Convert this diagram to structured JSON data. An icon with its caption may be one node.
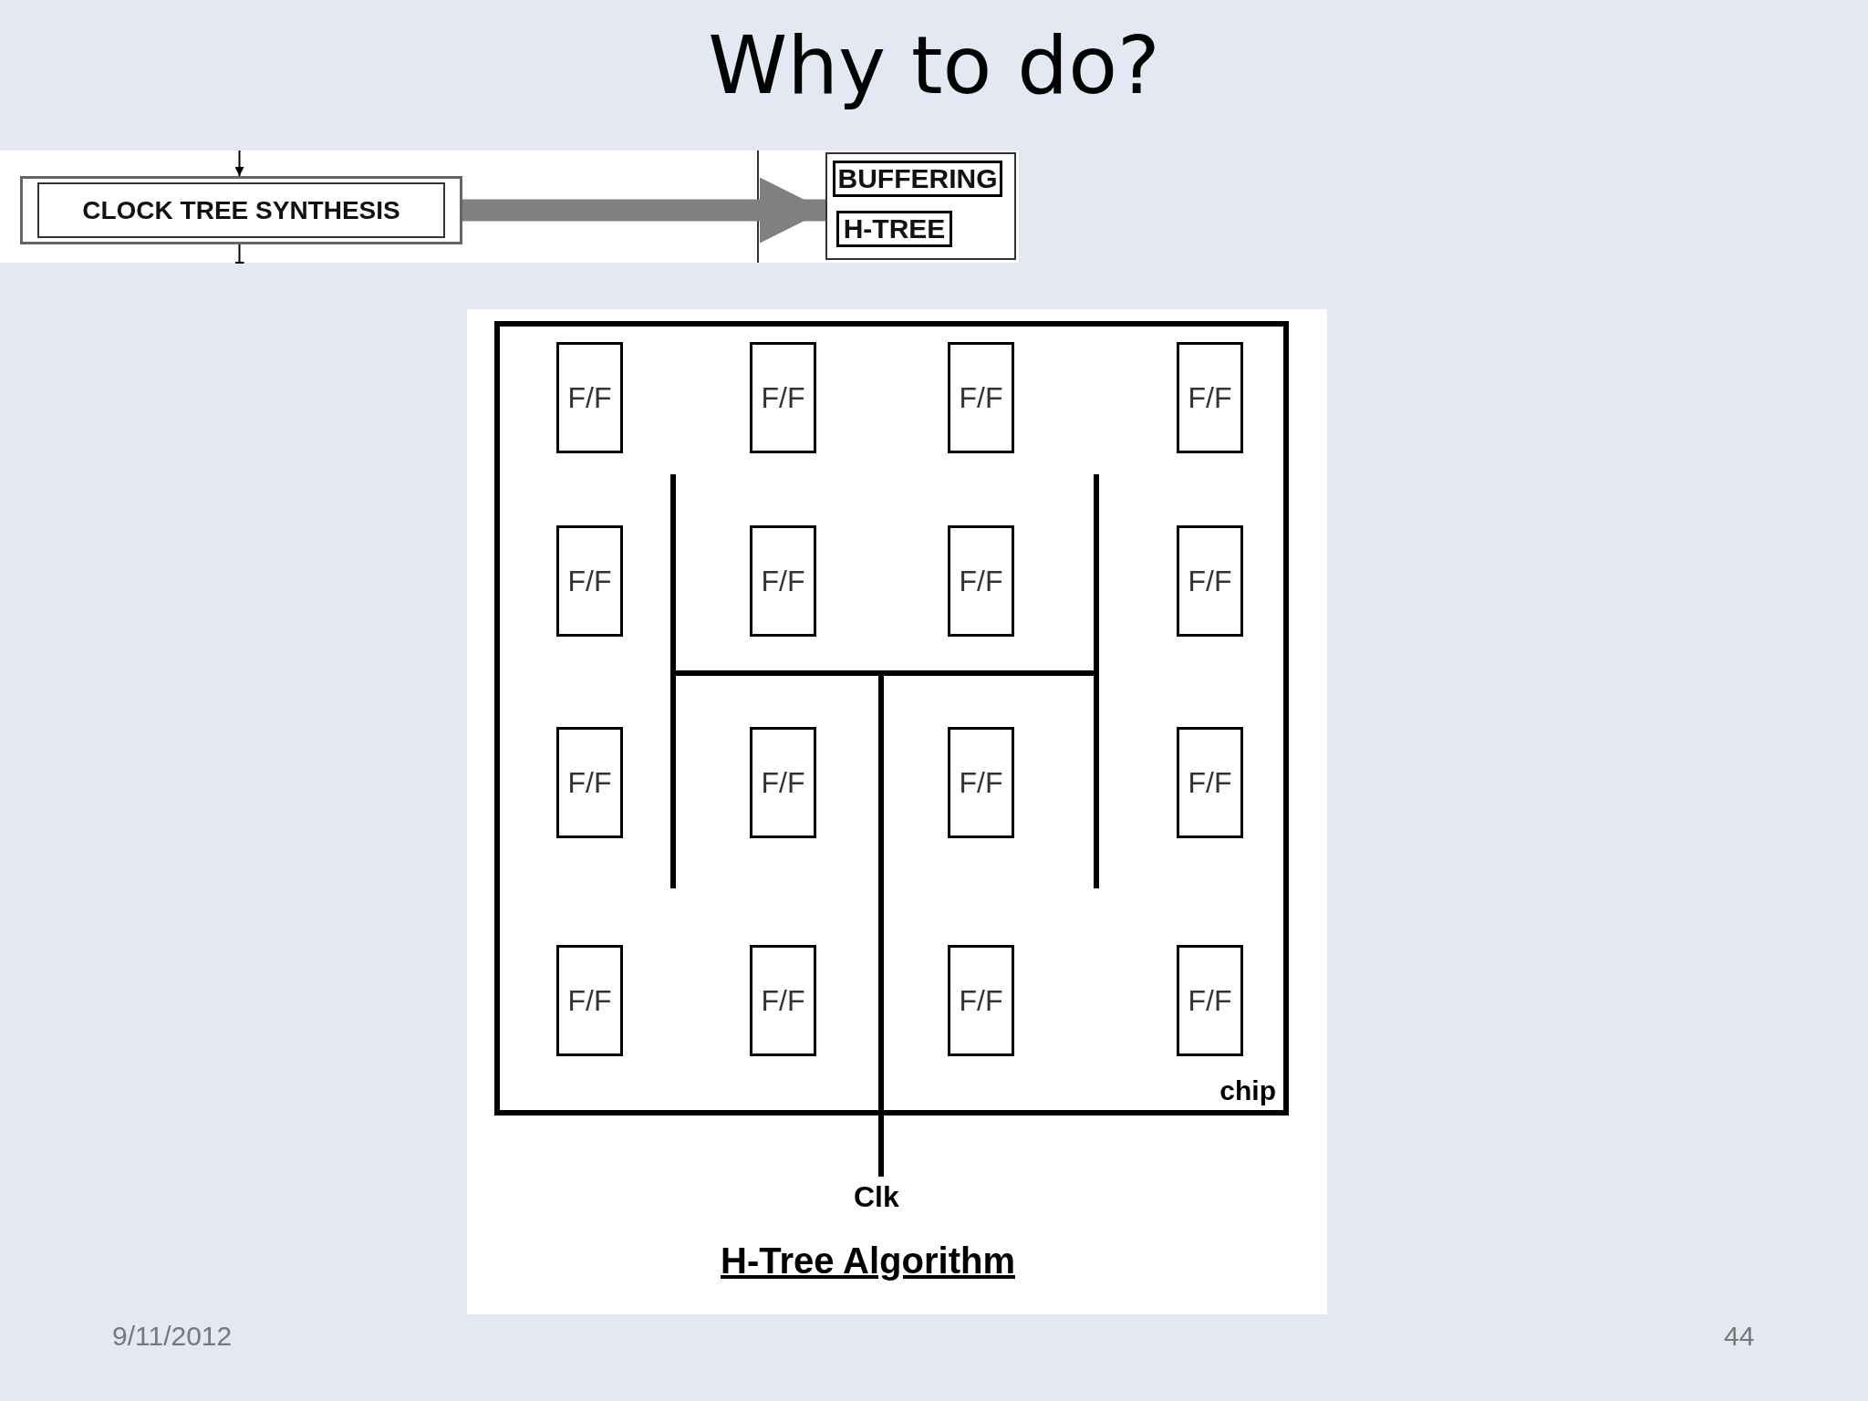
{
  "diagram": {
    "title": "Why to do?",
    "nodes": [
      {
        "text": [
          "CLOCK TREE SYNTHESIS"
        ]
      },
      {
        "text": [],
        "shape": "box"
      },
      {
        "text": [
          "BUFFERING"
        ],
        "in": 1
      },
      {
        "text": [
          "H-TREE"
        ],
        "in": 1
      },
      {
        "text": [
          "chip"
        ]
      },
      {
        "text": [
          "F/F"
        ],
        "in": 4
      },
      {
        "text": [
          "F/F"
        ],
        "in": 4
      },
      {
        "text": [
          "F/F"
        ],
        "in": 4
      },
      {
        "text": [
          "F/F"
        ],
        "in": 4
      },
      {
        "text": [
          "F/F"
        ],
        "in": 4
      },
      {
        "text": [
          "F/F"
        ],
        "in": 4
      },
      {
        "text": [
          "F/F"
        ],
        "in": 4
      },
      {
        "text": [
          "F/F"
        ],
        "in": 4
      },
      {
        "text": [
          "F/F"
        ],
        "in": 4
      },
      {
        "text": [
          "F/F"
        ],
        "in": 4
      },
      {
        "text": [
          "F/F"
        ],
        "in": 4
      },
      {
        "text": [
          "F/F"
        ],
        "in": 4
      },
      {
        "text": [
          "F/F"
        ],
        "in": 4
      },
      {
        "text": [
          "F/F"
        ],
        "in": 4
      },
      {
        "text": [
          "F/F"
        ],
        "in": 4
      },
      {
        "text": [
          "F/F"
        ],
        "in": 4
      }
    ],
    "edges": [
      {
        "from": null,
        "to": 0,
        "arrow": "to"
      },
      {
        "from": 0,
        "to": null,
        "arrow": "other"
      },
      {
        "from": 0,
        "to": 1,
        "arrow": "to",
        "style": "thick",
        "color": "#808080"
      }
    ],
    "labels": [
      "Clk",
      "H-Tree Algorithm",
      "9/11/2012",
      "44"
    ]
  }
}
